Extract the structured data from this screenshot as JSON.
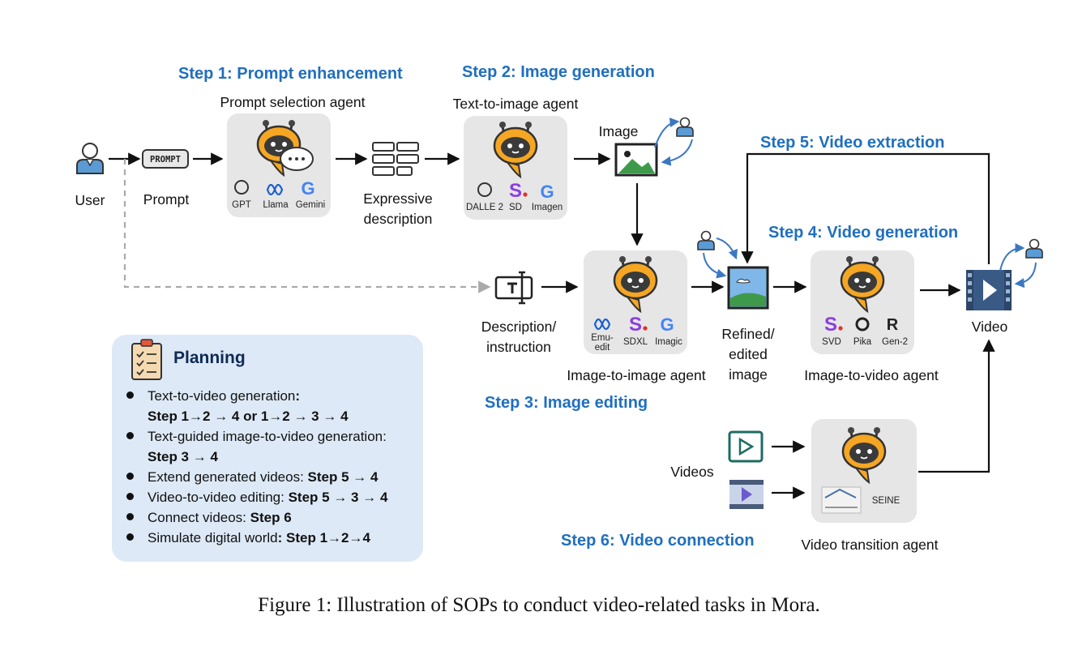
{
  "steps": {
    "s1": "Step 1: Prompt enhancement",
    "s2": "Step 2: Image generation",
    "s3": "Step 3: Image editing",
    "s4": "Step 4: Video generation",
    "s5": "Step 5: Video extraction",
    "s6": "Step 6: Video connection"
  },
  "nodes": {
    "user": "User",
    "prompt": "Prompt",
    "prompt_tag": "PROMPT",
    "expressive_l1": "Expressive",
    "expressive_l2": "description",
    "image": "Image",
    "desc_l1": "Description/",
    "desc_l2": "instruction",
    "refined_l1": "Refined/",
    "refined_l2": "edited",
    "refined_l3": "image",
    "video": "Video",
    "videos": "Videos"
  },
  "agents": {
    "prompt_selection": {
      "title": "Prompt selection agent",
      "models": [
        "GPT",
        "Llama",
        "Gemini"
      ]
    },
    "text_to_image": {
      "title": "Text-to-image agent",
      "models": [
        "DALLE 2",
        "SD",
        "Imagen"
      ]
    },
    "image_to_image": {
      "title": "Image-to-image agent",
      "models": [
        "Emu-",
        "edit",
        "SDXL",
        "Imagic"
      ]
    },
    "image_to_video": {
      "title": "Image-to-video agent",
      "models": [
        "SVD",
        "Pika",
        "Gen-2"
      ]
    },
    "video_transition": {
      "title": "Video transition agent",
      "models": [
        "SEINE"
      ]
    }
  },
  "planning": {
    "title": "Planning",
    "items": [
      {
        "text": "Text-to-video generation",
        "bold": ":"
      },
      {
        "text": "",
        "bold": "Step 1→2 → 4  or 1→2 → 3 → 4"
      },
      {
        "text": "Text-guided image-to-video generation:",
        "bold": ""
      },
      {
        "text": "",
        "bold": "Step 3 → 4"
      },
      {
        "text": "Extend generated videos:   ",
        "bold": "Step 5 → 4"
      },
      {
        "text": "Video-to-video editing:  ",
        "bold": "Step 5 → 3 → 4"
      },
      {
        "text": "Connect videos: ",
        "bold": "Step 6"
      },
      {
        "text": "Simulate digital world",
        "bold": ": Step 1→2→4"
      }
    ]
  },
  "caption": "Figure 1: Illustration of SOPs to conduct video-related tasks in Mora.",
  "colors": {
    "step_blue": "#1f6fbf",
    "robot_orange": "#f5a623",
    "box_gray": "#e6e6e6",
    "planning_bg": "#dde9f6",
    "user_blue": "#5b9bd5"
  }
}
